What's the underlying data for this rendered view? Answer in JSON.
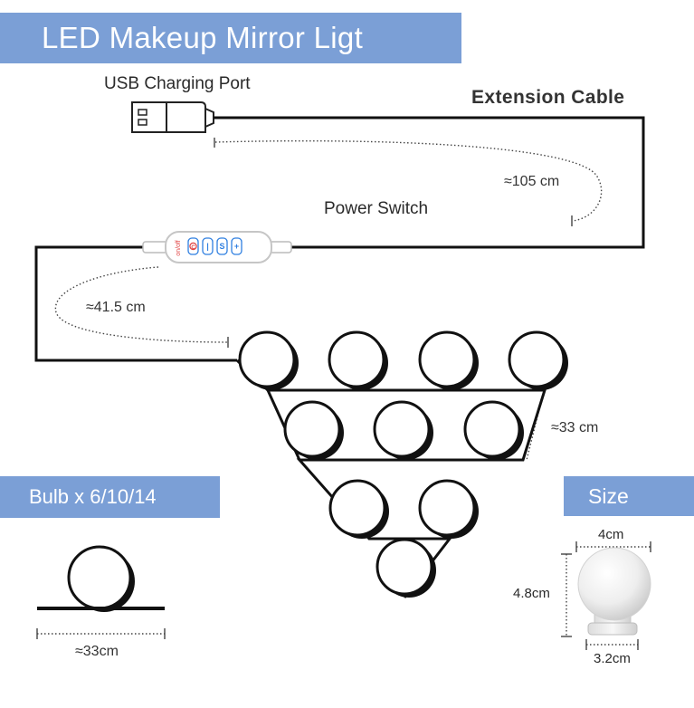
{
  "title": "LED Makeup Mirror Ligt",
  "labels": {
    "usb_port": "USB Charging Port",
    "extension_cable": "Extension Cable",
    "power_switch": "Power Switch",
    "bulb_count": "Bulb x 6/10/14",
    "size": "Size"
  },
  "measurements": {
    "extension_length": "≈105 cm",
    "switch_to_bulb_length": "≈41.5 cm",
    "bulb_spacing": "≈33 cm",
    "single_bulb_spacing": "≈33cm",
    "bulb_width": "4cm",
    "bulb_height": "4.8cm",
    "base_width": "3.2cm"
  },
  "switch_buttons": [
    "on/off",
    "C",
    "|",
    "S",
    "+"
  ],
  "colors": {
    "banner": "#7b9fd6",
    "line": "#111111",
    "button_blue": "#2f7fe0",
    "button_red": "#e04040"
  },
  "icons": [
    "usb-plug-icon",
    "power-switch-icon",
    "bulb-icon"
  ]
}
